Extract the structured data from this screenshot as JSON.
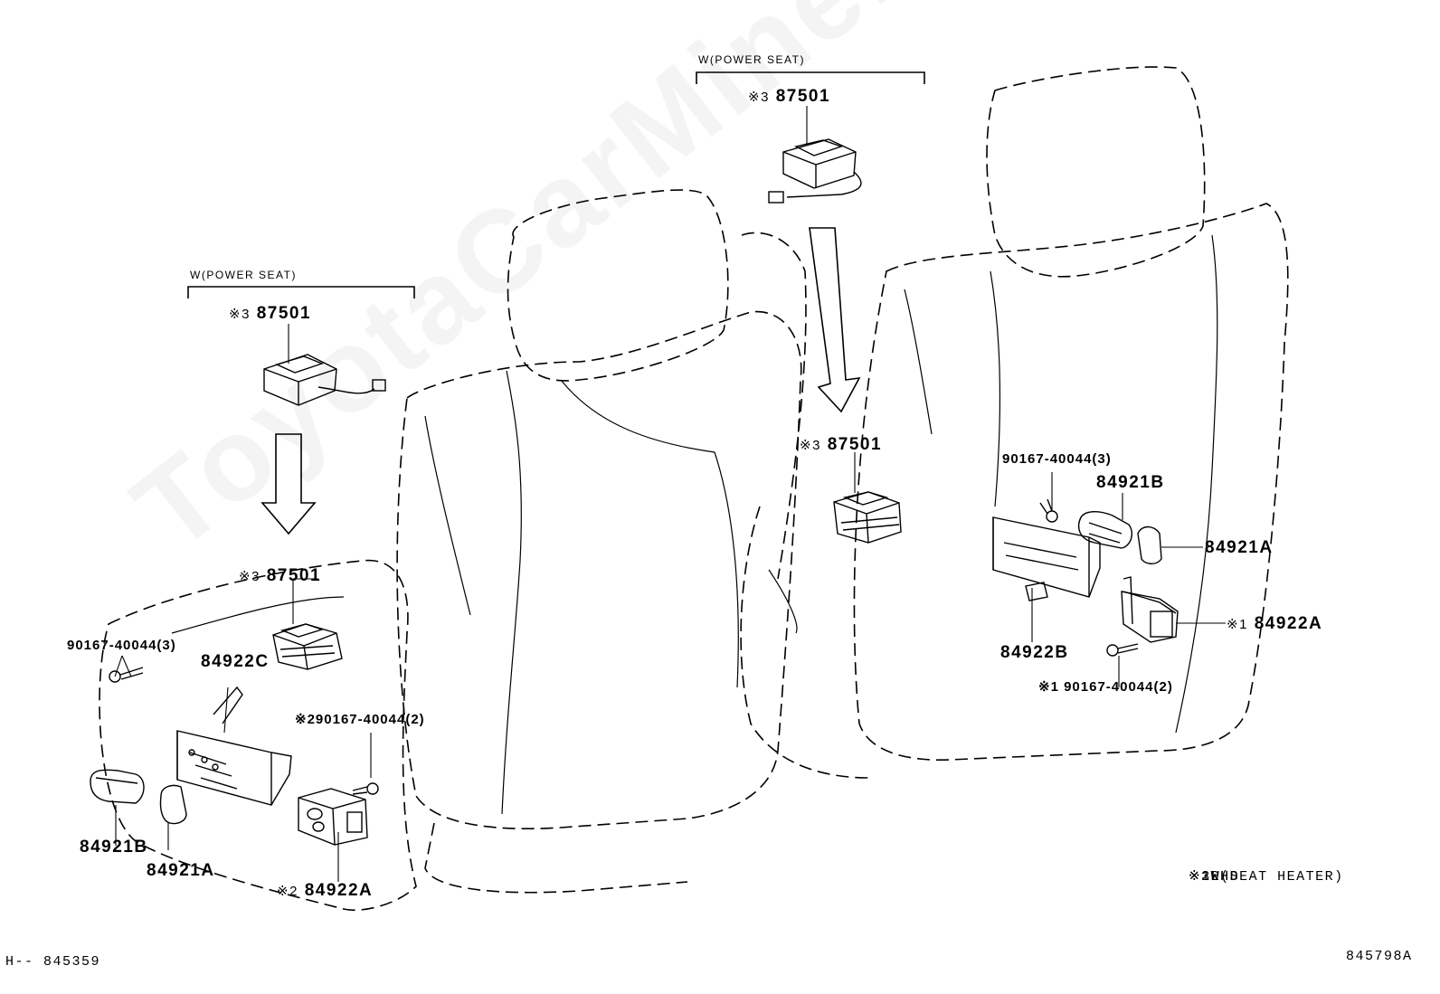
{
  "watermark": "ToyotaCarMine.ru",
  "groups": {
    "left": {
      "header": "W(POWER SEAT)",
      "callout_top": {
        "mark": "※3",
        "part": "87501"
      },
      "callout_mid": {
        "mark": "※3",
        "part": "87501"
      }
    },
    "right": {
      "header": "W(POWER SEAT)",
      "callout_top": {
        "mark": "※3",
        "part": "87501"
      },
      "callout_mid": {
        "mark": "※3",
        "part": "87501"
      }
    }
  },
  "labels": {
    "l_screw": "90167-40044(3)",
    "l_84922C": "84922C",
    "l_screw2": "※290167-40044(2)",
    "l_84921B": "84921B",
    "l_84921A": "84921A",
    "l_84922A_mark": "※2",
    "l_84922A": "84922A",
    "r_screw": "90167-40044(3)",
    "r_84921B": "84921B",
    "r_84921A": "84921A",
    "r_84922A_mark": "※1",
    "r_84922A": "84922A",
    "r_84922B": "84922B",
    "r_screw2": "※1 90167-40044(2)"
  },
  "legend": [
    {
      "mark": "※1",
      "text": "RHD"
    },
    {
      "mark": "※2",
      "text": "LHD"
    },
    {
      "mark": "※3",
      "text": "W(SEAT HEATER)"
    }
  ],
  "footer": {
    "left": "H-- 845359",
    "right": "845798A"
  }
}
